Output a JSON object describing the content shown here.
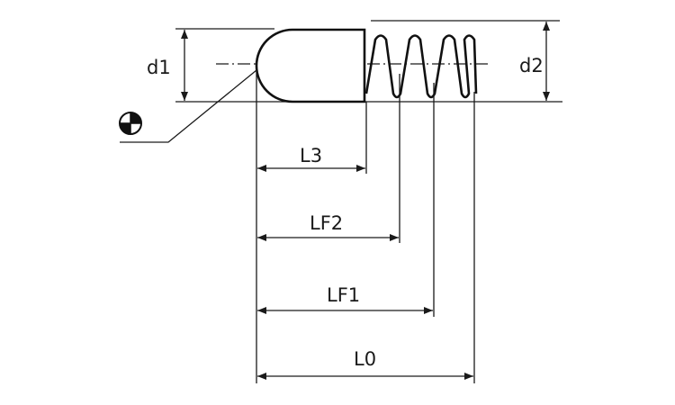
{
  "labels": {
    "d1": "d1",
    "d2": "d2",
    "L3": "L3",
    "LF2": "LF2",
    "LF1": "LF1",
    "L0": "L0"
  },
  "icons": {
    "surface_finish": "quadrant-symbol-icon"
  },
  "colors": {
    "line": "#111111",
    "background": "#ffffff"
  }
}
